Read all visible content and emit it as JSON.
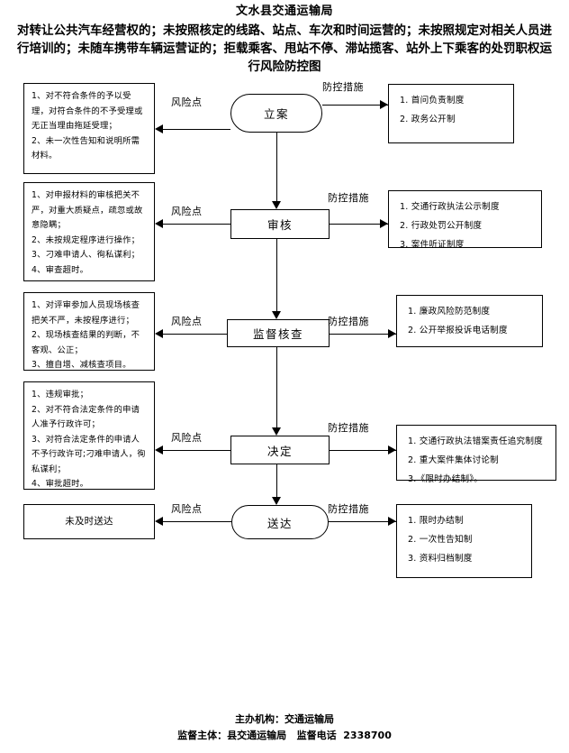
{
  "header": {
    "org_title": "文水县交通运输局",
    "doc_title": "对转让公共汽车经营权的；未按照核定的线路、站点、车次和时间运营的；未按照规定对相关人员进行培训的；未随车携带车辆运营证的；拒载乘客、甩站不停、滞站揽客、站外上下乘客的处罚职权运行风险防控图"
  },
  "labels": {
    "risk_point": "风险点",
    "control_measure": "防控措施"
  },
  "flow": {
    "nodes": [
      {
        "id": "node-filing",
        "label": "立案",
        "shape": "stadium"
      },
      {
        "id": "node-review",
        "label": "审核",
        "shape": "rect"
      },
      {
        "id": "node-supervision",
        "label": "监督核查",
        "shape": "rect"
      },
      {
        "id": "node-decision",
        "label": "决定",
        "shape": "rect"
      },
      {
        "id": "node-delivery",
        "label": "送达",
        "shape": "stadium"
      }
    ]
  },
  "risks": [
    {
      "id": "risk-filing",
      "text": "1、对不符合条件的予以受理，对符合条件的不予受理或无正当理由拖延受理；\n2、未一次性告知和说明所需材料。"
    },
    {
      "id": "risk-review",
      "text": "1、对申报材料的审核把关不严，对重大质疑点，疏忽或故意隐瞒；\n2、未按规定程序进行操作；\n3、刁难申请人、徇私谋利；\n4、审查超时。"
    },
    {
      "id": "risk-supervision",
      "text": "1、对评审参加人员现场核查把关不严，未按程序进行；\n2、现场核查结果的判断，不客观、公正；\n3、擅自增、减核查项目。"
    },
    {
      "id": "risk-decision",
      "text": "1、违规审批；\n2、对不符合法定条件的申请人准予行政许可；\n3、对符合法定条件的申请人不予行政许可;刁难申请人，徇私谋利；\n4、审批超时。"
    },
    {
      "id": "risk-delivery",
      "text": "未及时送达"
    }
  ],
  "measures": [
    {
      "id": "measure-filing",
      "items": [
        "1. 首问负责制度",
        "2. 政务公开制"
      ]
    },
    {
      "id": "measure-review",
      "items": [
        "1. 交通行政执法公示制度",
        "2. 行政处罚公开制度",
        "3. 案件听证制度"
      ]
    },
    {
      "id": "measure-supervision",
      "items": [
        "1. 廉政风险防范制度",
        "2. 公开举报投诉电话制度"
      ]
    },
    {
      "id": "measure-decision",
      "items": [
        "1. 交通行政执法错案责任追究制度",
        "2. 重大案件集体讨论制",
        "3.《限时办结制》。"
      ]
    },
    {
      "id": "measure-delivery",
      "items": [
        "1. 限时办结制",
        "2. 一次性告知制",
        "3. 资料归档制度"
      ]
    }
  ],
  "footer": {
    "line1": "主办机构：交通运输局",
    "line2": "监督主体：县交通运输局   监督电话  2338700"
  }
}
